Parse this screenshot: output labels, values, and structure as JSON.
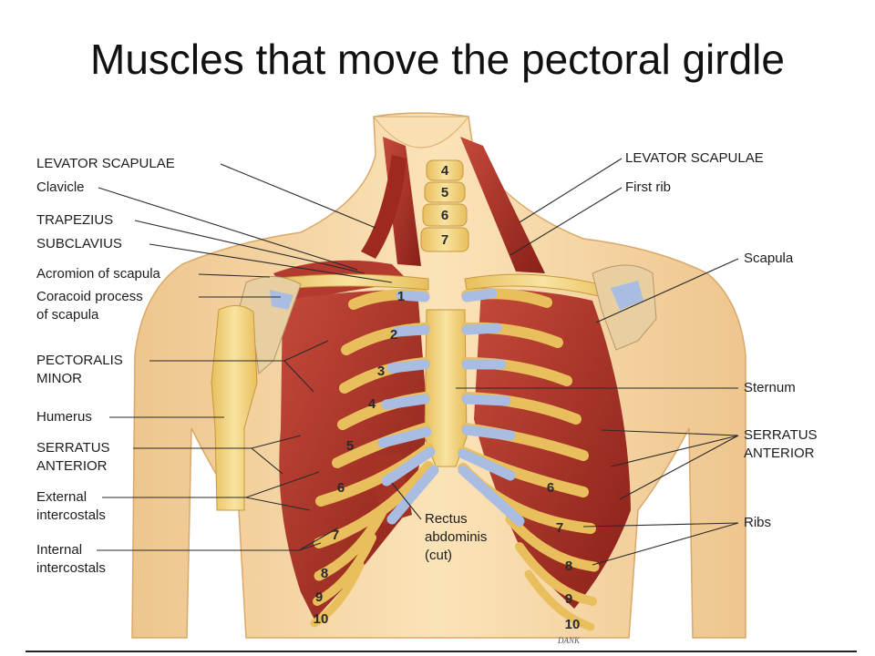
{
  "title": "Muscles that move the pectoral girdle",
  "labels_left": [
    {
      "key": "levator_l",
      "lines": [
        "LEVATOR SCAPULAE"
      ]
    },
    {
      "key": "clavicle",
      "lines": [
        "Clavicle"
      ]
    },
    {
      "key": "trapezius",
      "lines": [
        "TRAPEZIUS"
      ]
    },
    {
      "key": "subclavius",
      "lines": [
        "SUBCLAVIUS"
      ]
    },
    {
      "key": "acromion",
      "lines": [
        "Acromion of scapula"
      ]
    },
    {
      "key": "coracoid",
      "lines": [
        "Coracoid process",
        "of scapula"
      ]
    },
    {
      "key": "pec_minor",
      "lines": [
        "PECTORALIS",
        "MINOR"
      ]
    },
    {
      "key": "humerus",
      "lines": [
        "Humerus"
      ]
    },
    {
      "key": "serratus_l",
      "lines": [
        "SERRATUS",
        "ANTERIOR"
      ]
    },
    {
      "key": "ext_ic",
      "lines": [
        "External",
        "intercostals"
      ]
    },
    {
      "key": "int_ic",
      "lines": [
        "Internal",
        "intercostals"
      ]
    }
  ],
  "labels_right": [
    {
      "key": "levator_r",
      "lines": [
        "LEVATOR SCAPULAE"
      ]
    },
    {
      "key": "first_rib",
      "lines": [
        "First rib"
      ]
    },
    {
      "key": "scapula",
      "lines": [
        "Scapula"
      ]
    },
    {
      "key": "sternum",
      "lines": [
        "Sternum"
      ]
    },
    {
      "key": "serratus_r",
      "lines": [
        "SERRATUS",
        "ANTERIOR"
      ]
    },
    {
      "key": "ribs",
      "lines": [
        "Ribs"
      ]
    }
  ],
  "label_center": {
    "key": "rectus",
    "lines": [
      "Rectus",
      "abdominis",
      "(cut)"
    ]
  },
  "vertebra_numbers": [
    "4",
    "5",
    "6",
    "7"
  ],
  "rib_numbers_left": [
    "1",
    "2",
    "3",
    "4",
    "5",
    "6",
    "7",
    "8",
    "9",
    "10"
  ],
  "rib_numbers_right": [
    "6",
    "7",
    "8",
    "9",
    "10"
  ],
  "signature": "DANK",
  "colors": {
    "skin": "#f6d9a8",
    "skin_shade": "#e9bf84",
    "muscle": "#b5352b",
    "muscle_dark": "#8a2018",
    "bone": "#f3d37c",
    "cartilage": "#a9bde3"
  }
}
